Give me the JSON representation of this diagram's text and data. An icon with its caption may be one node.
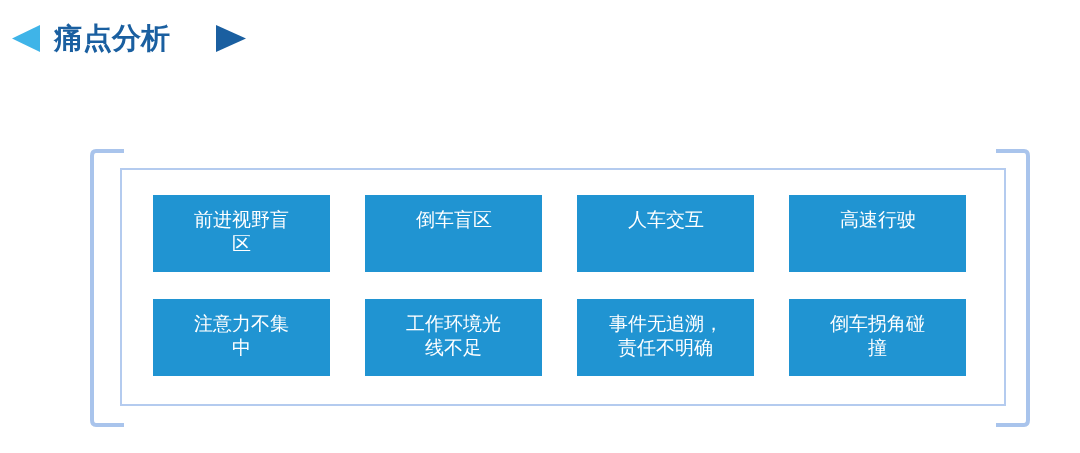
{
  "diagram": {
    "title": "痛点分析",
    "nodes": [
      {
        "text": [],
        "shape": "box"
      },
      {
        "text": [
          "前进视野盲区"
        ],
        "in": 0
      },
      {
        "text": [
          "倒车盲区"
        ],
        "in": 0
      },
      {
        "text": [
          "人车交互"
        ],
        "in": 0
      },
      {
        "text": [
          "高速行驶"
        ],
        "in": 0
      },
      {
        "text": [
          "注意力不集中"
        ],
        "in": 0
      },
      {
        "text": [
          "工作环境光线不足"
        ],
        "in": 0
      },
      {
        "text": [
          "事件无追溯，责任不明确"
        ],
        "in": 0
      },
      {
        "text": [
          "倒车拐角碰撞"
        ],
        "in": 0
      }
    ]
  }
}
